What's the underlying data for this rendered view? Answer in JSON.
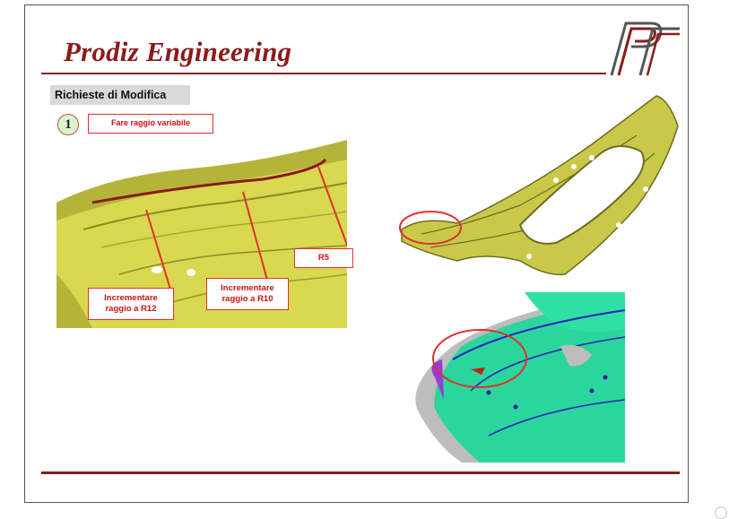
{
  "header": {
    "title": "Prodiz Engineering"
  },
  "section": {
    "label": "Richieste di Modifica"
  },
  "step": {
    "number": "1",
    "label": "Fare raggio variabile"
  },
  "annotations": {
    "r5": "R5",
    "r10": "Incrementare raggio a R10",
    "r12": "Incrementare raggio a R12"
  },
  "colors": {
    "brand": "#8b1a1a",
    "annotation": "#e03030",
    "part_yellow": "#c9c84a",
    "analysis_green": "#2bd69c"
  }
}
